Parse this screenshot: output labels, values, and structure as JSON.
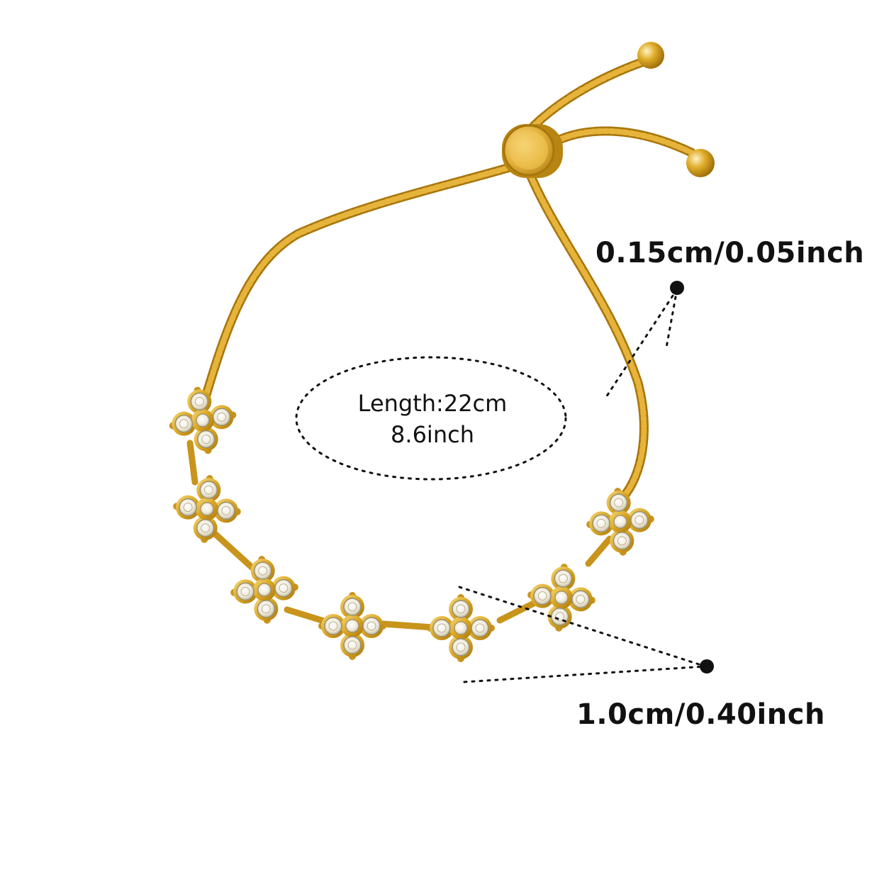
{
  "measurements": {
    "chain_width": "0.15cm/0.05inch",
    "charm_size": "1.0cm/0.40inch",
    "length_line1": "Length:22cm",
    "length_line2": "8.6inch"
  },
  "colors": {
    "gold": "#d9a520",
    "gold_dark": "#a8760c",
    "gold_light": "#f6d97a",
    "crystal": "#f1eedf",
    "crystal_edge": "#9a8f6e",
    "dots": "#111111"
  },
  "product": {
    "charm_motif": "four-petal flower",
    "charm_count": 7
  }
}
